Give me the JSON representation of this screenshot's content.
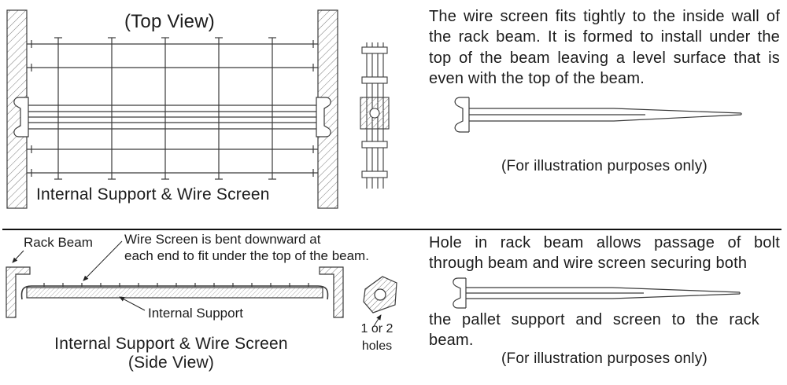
{
  "colors": {
    "ink": "#1c1c1c",
    "line": "#3a3a3a",
    "hatch": "#7a7a7a"
  },
  "top": {
    "view_label": "(Top View)",
    "caption": "Internal Support & Wire Screen",
    "description": "The wire screen fits tightly to the inside wall of the rack beam. It is formed to install under the top of the beam leaving a level surface that is even with the top of the beam.",
    "note": "(For illustration purposes only)"
  },
  "bottom": {
    "rack_beam_label": "Rack Beam",
    "wire_screen_note_lines": [
      "Wire Screen is bent downward at",
      "each end to fit under the top of the beam."
    ],
    "internal_support_label": "Internal Support",
    "caption": "Internal Support & Wire Screen",
    "caption_sub": "(Side View)",
    "holes_label": "1 or 2 holes",
    "description_part1": "Hole in rack beam allows passage of bolt through beam and wire screen securing both",
    "description_part2": "the pallet support and screen to the rack beam.",
    "note": "(For illustration purposes only)"
  }
}
